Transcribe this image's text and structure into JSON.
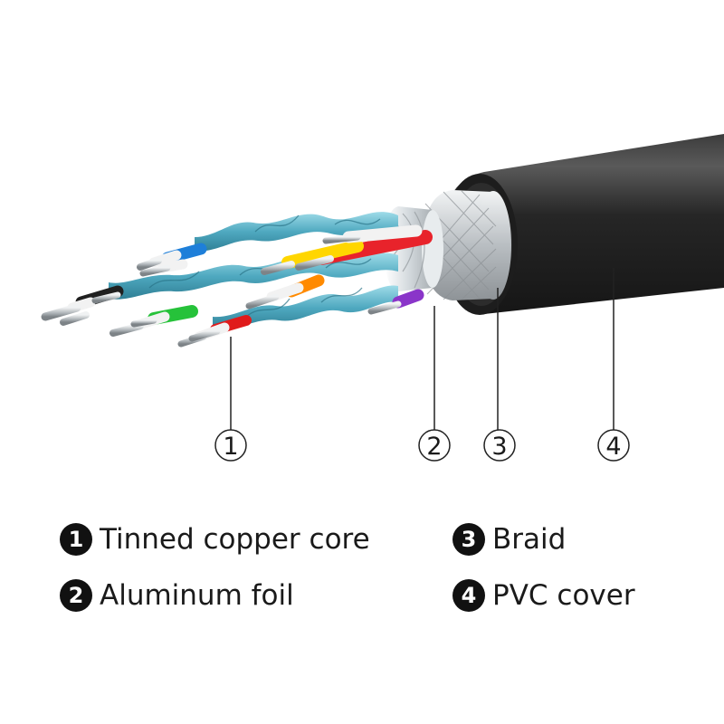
{
  "diagram": {
    "callouts": [
      {
        "number": "1"
      },
      {
        "number": "2"
      },
      {
        "number": "3"
      },
      {
        "number": "4"
      }
    ],
    "legend": [
      {
        "number": "1",
        "label": "Tinned copper core"
      },
      {
        "number": "2",
        "label": "Aluminum foil"
      },
      {
        "number": "3",
        "label": "Braid"
      },
      {
        "number": "4",
        "label": "PVC cover"
      }
    ],
    "colors": {
      "jacket": "#262626",
      "jacket_highlight": "#5a5a5a",
      "foil": "#dfe6ea",
      "braid": "#c9ced2",
      "pair_shield": "#5bb6cc",
      "copper": "#c8cdd0",
      "insulation_white": "#f2f2f2",
      "wire_colors": [
        "#1e7fd9",
        "#ffd600",
        "#e8232b",
        "#26c23a",
        "#ff8a00",
        "#8a35c9",
        "#e01b1b",
        "#202020"
      ]
    }
  }
}
